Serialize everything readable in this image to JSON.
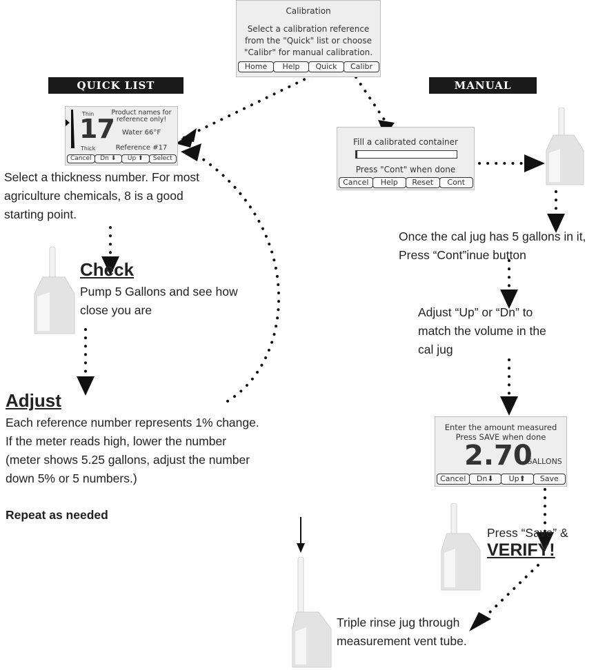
{
  "calibration_screen": {
    "title": "Calibration",
    "lines": [
      "Select a calibration reference",
      "from the \"Quick\" list or choose",
      "\"Calibr\" for manual calibration."
    ],
    "buttons": [
      "Home",
      "Help",
      "Quick",
      "Calibr"
    ]
  },
  "quick_list": {
    "banner": "QUICK LIST",
    "screen": {
      "thin_label": "Thin",
      "thick_label": "Thick",
      "number": "17",
      "note": "Product names for reference only!",
      "product": "Water 66°F",
      "reference": "Reference #17",
      "buttons": [
        "Cancel",
        "Dn ⬇",
        "Up ⬆",
        "Select"
      ]
    },
    "instruction": "Select a thickness number. For most agriculture chemicals, 8 is a good starting point.",
    "check_heading": "Check",
    "check_text": "Pump 5 Gallons and see how close you are",
    "adjust_heading": "Adjust",
    "adjust_text": "Each reference number represents 1% change. If the meter reads high, lower the number (meter shows 5.25 gallons, adjust the number down 5% or 5 numbers.)",
    "repeat_text": "Repeat as needed"
  },
  "manual": {
    "banner": "MANUAL",
    "fill_screen": {
      "line1": "Fill a calibrated container",
      "line2": "Press \"Cont\" when done",
      "buttons": [
        "Cancel",
        "Help",
        "Reset",
        "Cont"
      ]
    },
    "step_cont": "Once the cal jug has 5 gallons in it, Press “Cont”inue button",
    "step_adjust": "Adjust “Up” or “Dn” to match the volume in the cal jug",
    "amount_screen": {
      "line1": "Enter the amount measured",
      "line2": "Press SAVE when done",
      "value": "2.70",
      "unit": "GALLONS",
      "buttons": [
        "Cancel",
        "Dn⬇",
        "Up⬆",
        "Save"
      ]
    },
    "save_text": "Press “Save” &",
    "verify_text": "VERIFY!",
    "rinse_text": "Triple rinse jug through measurement vent tube."
  },
  "colors": {
    "banner_bg": "#1a1a1a",
    "screen_bg": "#eeeeee",
    "jug": "#e6e6e6",
    "text": "#222222"
  }
}
